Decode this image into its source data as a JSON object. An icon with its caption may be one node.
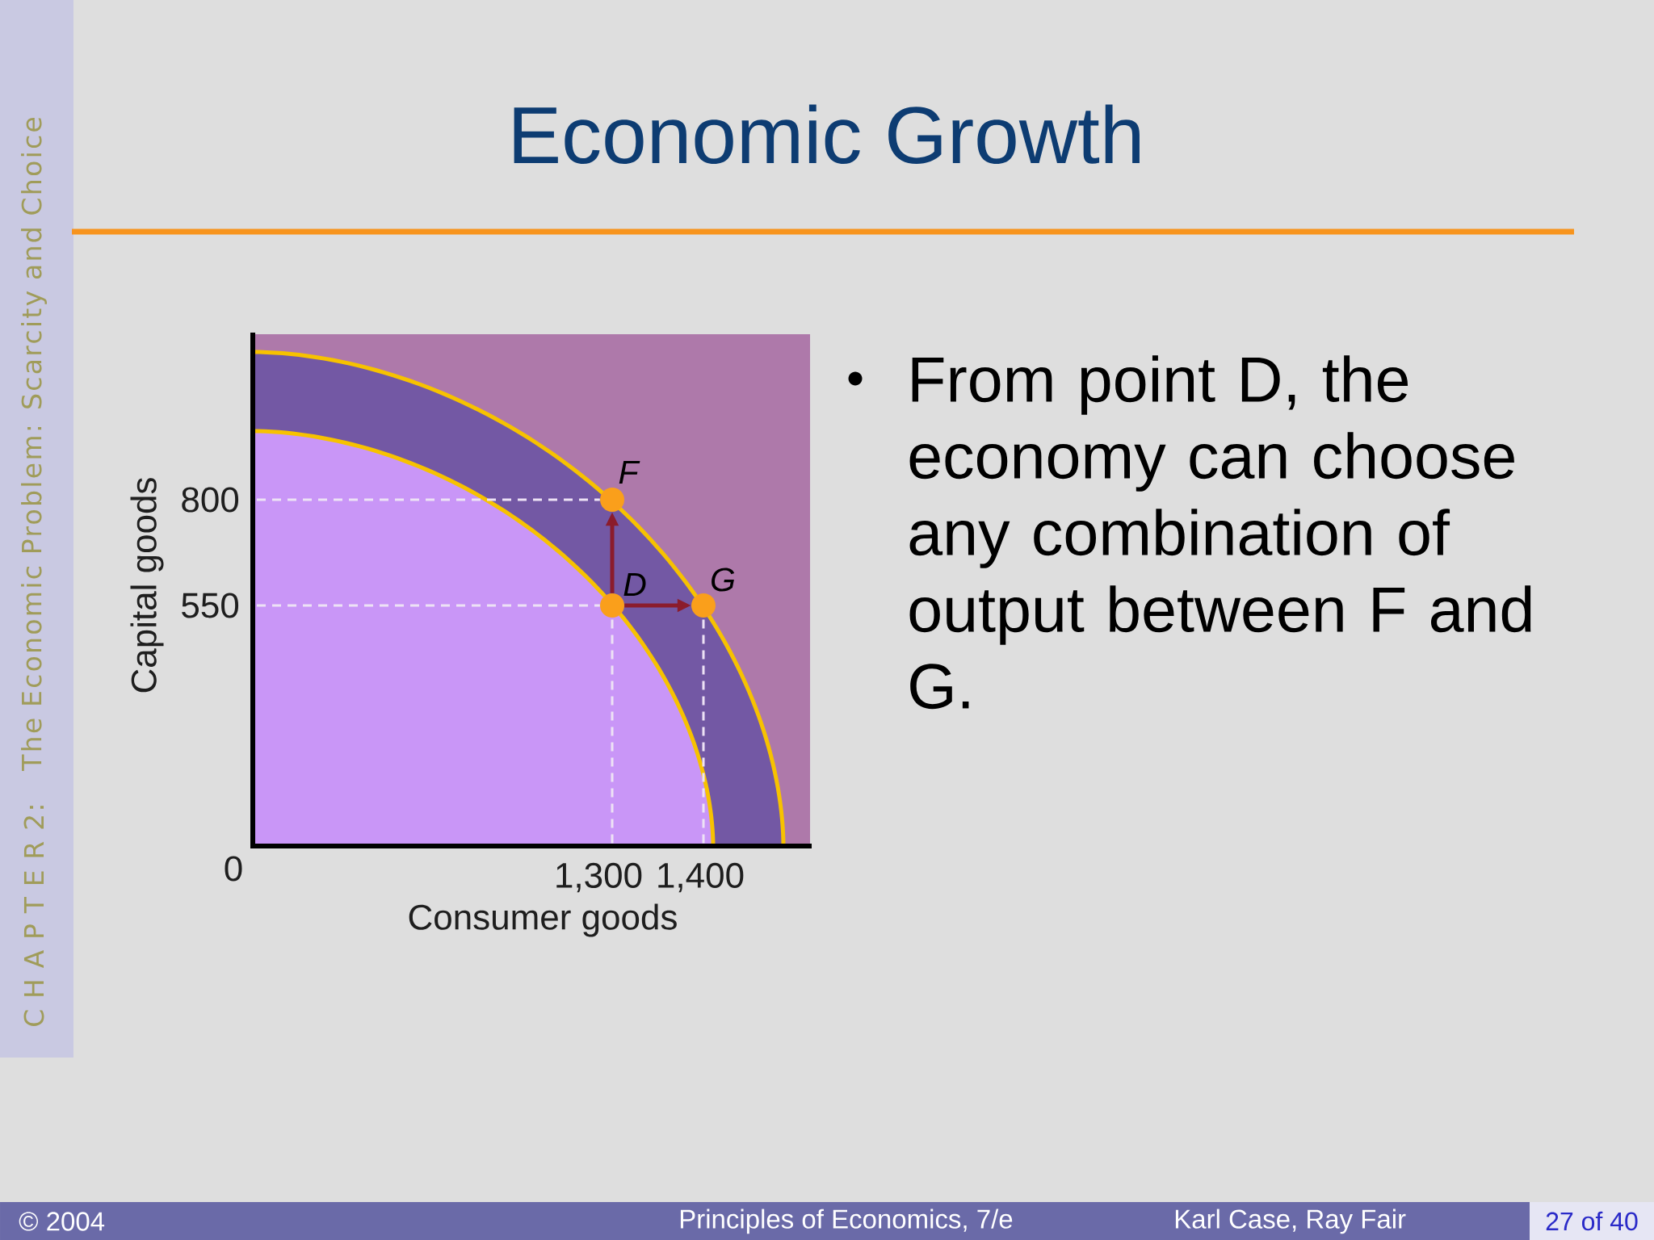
{
  "diagram": {
    "title": "Economic Growth",
    "nodes": [
      {
        "text": [],
        "shape": "circle",
        "beside": [
          "F"
        ]
      },
      {
        "text": [],
        "shape": "circle",
        "beside": [
          "D"
        ]
      },
      {
        "text": [],
        "shape": "circle",
        "beside": [
          "G"
        ]
      },
      {
        "text": [
          "800"
        ]
      },
      {
        "text": [
          "550"
        ]
      },
      {
        "text": [
          "1,300"
        ]
      },
      {
        "text": [
          "1,400"
        ]
      }
    ],
    "edges": [
      {
        "from": 1,
        "to": 0,
        "arrow": "to",
        "color": "#8b1c2c"
      },
      {
        "from": 1,
        "to": 2,
        "arrow": "to",
        "color": "#8b1c2c"
      },
      {
        "from": 3,
        "to": 0,
        "arrow": "none",
        "style": "dashed"
      },
      {
        "from": 4,
        "to": 1,
        "arrow": "none",
        "style": "dashed"
      },
      {
        "from": 5,
        "to": 1,
        "arrow": "none",
        "style": "dashed"
      },
      {
        "from": 6,
        "to": 2,
        "arrow": "none",
        "style": "dashed"
      }
    ],
    "labels": [
      "C H A P T E R 2:",
      "The Economic Problem: Scarcity and Choice",
      "Capital goods",
      "0",
      "Consumer goods",
      "From point D, the economy can choose any combination of output between F and G.",
      "© 2004",
      "Principles of Economics, 7/e",
      "Karl Case, Ray Fair",
      "27 of 40"
    ]
  }
}
